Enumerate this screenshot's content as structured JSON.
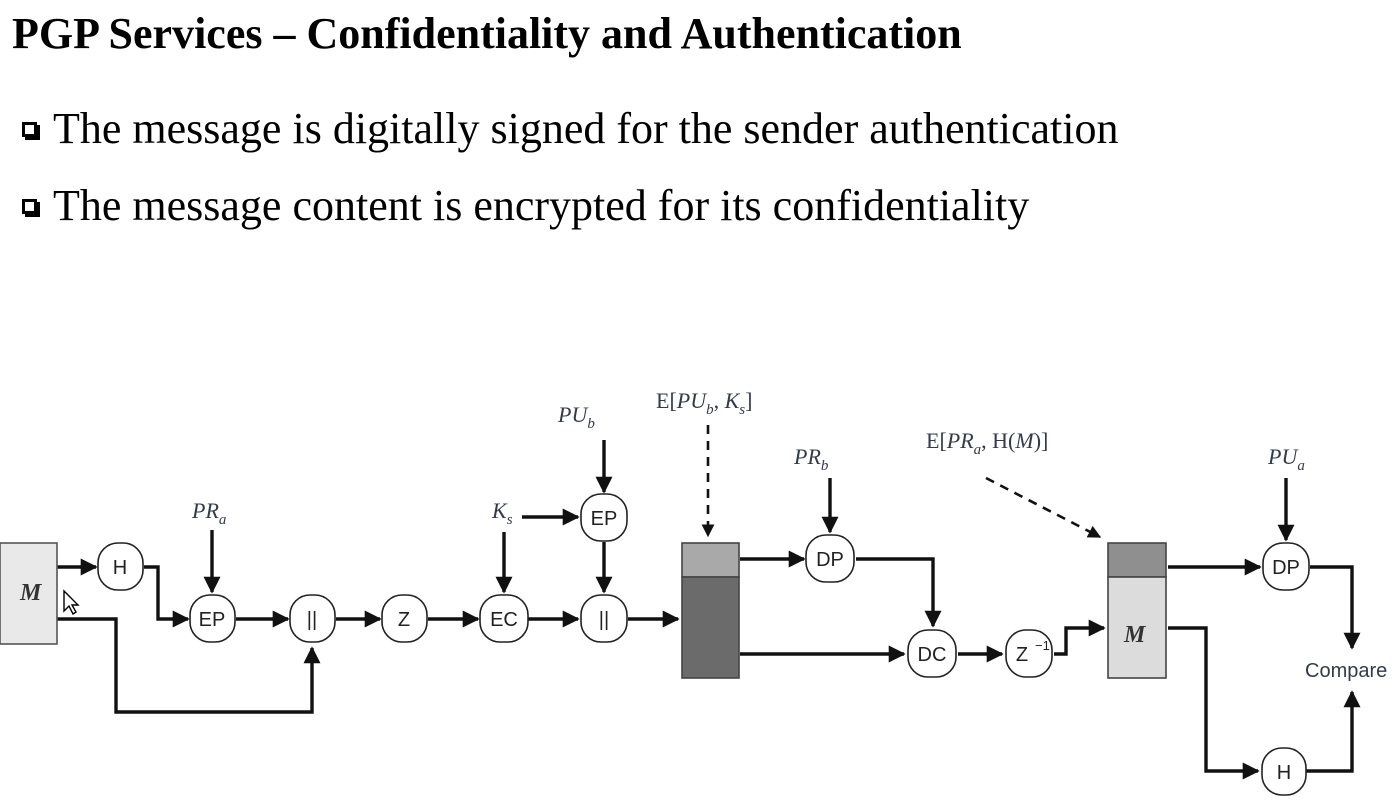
{
  "slide": {
    "title": "PGP Services – Confidentiality and Authentication",
    "bullets": [
      "The message is digitally signed for the sender authentication",
      "The message content is encrypted for its confidentiality"
    ]
  },
  "diagram": {
    "message_label": "M",
    "nodes": {
      "hash_sender": "H",
      "ep_sign": "EP",
      "concat_1": "||",
      "compress": "Z",
      "ec_encrypt": "EC",
      "ep_key": "EP",
      "concat_2": "||",
      "dp_key": "DP",
      "dc_decrypt": "DC",
      "decompress": "Z",
      "decompress_sup": "−1",
      "dp_verify": "DP",
      "hash_receiver": "H"
    },
    "keys": {
      "pr_a": {
        "base": "PR",
        "sub": "a"
      },
      "k_s": {
        "base": "K",
        "sub": "s"
      },
      "pu_b": {
        "base": "PU",
        "sub": "b"
      },
      "pr_b": {
        "base": "PR",
        "sub": "b"
      },
      "pu_a": {
        "base": "PU",
        "sub": "a"
      }
    },
    "bracket_labels": {
      "enc_key_prefix": "E[",
      "enc_key_pu": "PU",
      "enc_key_pu_sub": "b",
      "enc_key_sep": ", ",
      "enc_key_k": "K",
      "enc_key_k_sub": "s",
      "enc_key_suffix": "]",
      "sig_prefix": "E[",
      "sig_pr": "PR",
      "sig_pr_sub": "a",
      "sig_sep": ", H(",
      "sig_m": "M",
      "sig_suffix": ")]"
    },
    "compare_label": "Compare",
    "colors": {
      "message_box": "#e9e9ea",
      "encrypted_light": "#a9a9a9",
      "encrypted_dark": "#6b6b6b",
      "receiver_sig": "#8f8f8f",
      "receiver_msg": "#dcdcdd"
    }
  }
}
